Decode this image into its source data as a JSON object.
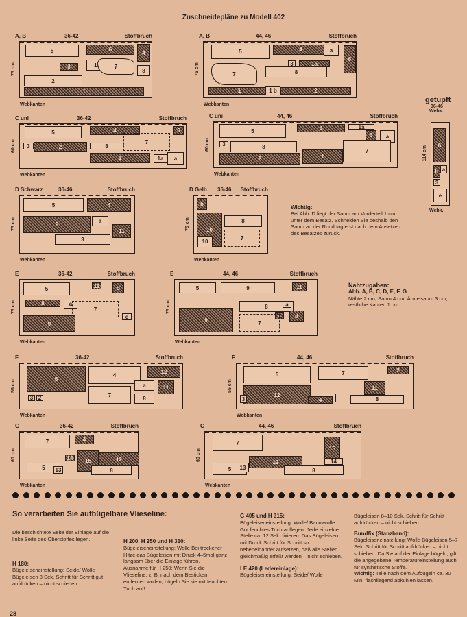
{
  "title": "Zuschneidepläne zu Modell 402",
  "fold_label": "Stoffbruch",
  "selvedge_label": "Webkanten",
  "plans": [
    {
      "label": "A, B",
      "size": "36-42",
      "width": "75 cm",
      "pieces": [
        "5",
        "6",
        "4",
        "1a",
        "7",
        "3",
        "8",
        "2",
        "1"
      ]
    },
    {
      "label": "A, B",
      "size": "44, 46",
      "width": "75 cm",
      "pieces": [
        "5",
        "4",
        "a",
        "6",
        "3",
        "1a",
        "7",
        "8",
        "1",
        "1 b",
        "2"
      ]
    },
    {
      "label": "C   uni",
      "size": "36-42",
      "width": "60 cm",
      "pieces": [
        "5",
        "4",
        "6",
        "3",
        "8",
        "7",
        "2",
        "1",
        "1a",
        "a"
      ]
    },
    {
      "label": "C   uni",
      "size": "44, 46",
      "width": "60 cm",
      "pieces": [
        "5",
        "4",
        "1a",
        "6",
        "a",
        "3",
        "8",
        "2",
        "7",
        "1"
      ]
    },
    {
      "label": "D Schwarz",
      "size": "36-46",
      "width": "75 cm",
      "pieces": [
        "5",
        "4",
        "9",
        "a",
        "3",
        "11"
      ]
    },
    {
      "label": "D Gelb",
      "size": "36-46",
      "width": "75 cm",
      "pieces": [
        "b",
        "10",
        "8",
        "10",
        "7"
      ]
    },
    {
      "label": "E",
      "size": "36-42",
      "width": "75 cm",
      "pieces": [
        "5",
        "11",
        "d",
        "8",
        "a",
        "7",
        "c",
        "9"
      ]
    },
    {
      "label": "E",
      "size": "44, 46",
      "width": "75 cm",
      "pieces": [
        "5",
        "9",
        "11",
        "8",
        "c",
        "d",
        "a",
        "7",
        "9"
      ]
    },
    {
      "label": "F",
      "size": "36-42",
      "width": "55 cm",
      "pieces": [
        "5",
        "4",
        "12",
        "a",
        "7",
        "11",
        "3",
        "2",
        "8"
      ]
    },
    {
      "label": "F",
      "size": "44, 46",
      "width": "55 cm",
      "pieces": [
        "5",
        "7",
        "2",
        "12",
        "a",
        "11",
        "3",
        "4",
        "8"
      ]
    },
    {
      "label": "G",
      "size": "36-42",
      "width": "60 cm",
      "pieces": [
        "7",
        "4",
        "14",
        "12",
        "15",
        "5",
        "13",
        "8"
      ]
    },
    {
      "label": "G",
      "size": "44, 46",
      "width": "60 cm",
      "pieces": [
        "7",
        "15",
        "12",
        "14",
        "5",
        "13",
        "8"
      ]
    }
  ],
  "getupft": {
    "title": "getupft",
    "size": "36-46",
    "top_label": "Webk.",
    "bottom_label": "Webk.",
    "width": "114 cm",
    "pieces": [
      "6",
      "b",
      "a",
      "3",
      "e"
    ]
  },
  "wichtig": {
    "heading": "Wichtig:",
    "text": "Bei Abb. D liegt der Saum am Vorderteil 1 cm unter dem Besatz. Schneiden Sie deshalb den Saum an der Rundung erst nach dem Ansetzen des Besatzes zurück."
  },
  "nahtzugaben": {
    "heading": "Nahtzugaben:",
    "sub": "Abb. A, B, C, D, E, F, G",
    "text": "Nähte 2 cm, Saum 4 cm, Ärmelsaum 3 cm, restliche Kanten 1 cm."
  },
  "section_title": "So verarbeiten Sie aufbügelbare Vlieseline:",
  "col1": {
    "intro": "Die beschichtete Seite der Einlage auf die linke Seite des Oberstoffes legen.",
    "h180_head": "H 180:",
    "h180_text": "Bügeleiseneinstellung: Seide/ Wolle Bügeleisen 8 Sek. Schritt für Schritt gut aufdrücken – nicht schieben."
  },
  "col2": {
    "head": "H 200, H 250 und H 310:",
    "text1": "Bügeleiseneinstellung: Wolle Bei trockener Hitze das Bügeleisen mit Druck 4–5mal ganz langsam über die Einlage führen.",
    "text2": "Ausnahme für H 250: Wenn Sie die Vlieseline, z. B. nach dem Besticken, entfernen wollen, bügeln Sie sie mit feuchtem Tuch auf!"
  },
  "col3": {
    "head": "G 405 und H 315:",
    "text1": "Bügeleiseneinstellung: Wolle/ Baumwolle Gut feuchtes Tuch auflegen. Jede einzelne Stelle ca. 12 Sek. fixieren. Das Bügeleisen mit Druck Schritt für Schritt so nebeneinander aufsetzen, daß alle Stellen gleichmäßig erfaßt werden – nicht schieben.",
    "head2": "LE 420 (Ledereinlage):",
    "text2": "Bügeleiseneinstellung: Seide/ Wolle"
  },
  "col4": {
    "text1": "Bügeleisen 8–10 Sek. Schritt für Schritt aufdrücken – nicht schieben.",
    "head": "Bundfix (Stanzband):",
    "text2": "Bügeleiseneinstellung: Wolle Bügeleisen 5–7 Sek. Schritt für Schritt aufdrücken – nicht schieben. Da Sie auf der Einlage bügeln, gilt die angegebene Temperatureinstellung auch für synthetische Stoffe.",
    "tip_head": "Wichtig:",
    "tip_text": "Teile nach dem Aufbügeln ca. 30 Min. flachliegend abkühlen lassen."
  },
  "page_number": "28"
}
